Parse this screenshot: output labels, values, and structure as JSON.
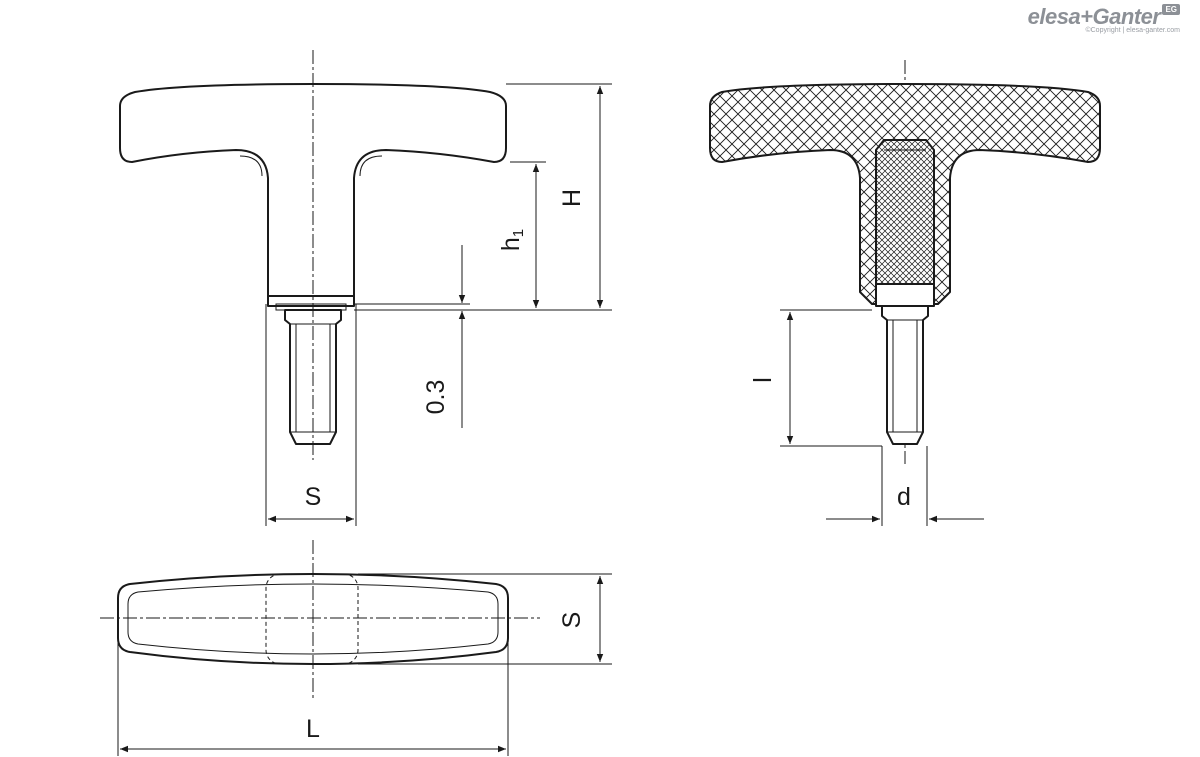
{
  "logo": {
    "brand": "elesa+Ganter",
    "badge": "EG",
    "copyright": "©Copyright | elesa-ganter.com"
  },
  "dimensions": {
    "H": "H",
    "h1_main": "h",
    "h1_sub": "1",
    "thread_offset": "0.3",
    "S_front": "S",
    "S_top": "S",
    "L": "L",
    "l": "l",
    "d": "d"
  }
}
